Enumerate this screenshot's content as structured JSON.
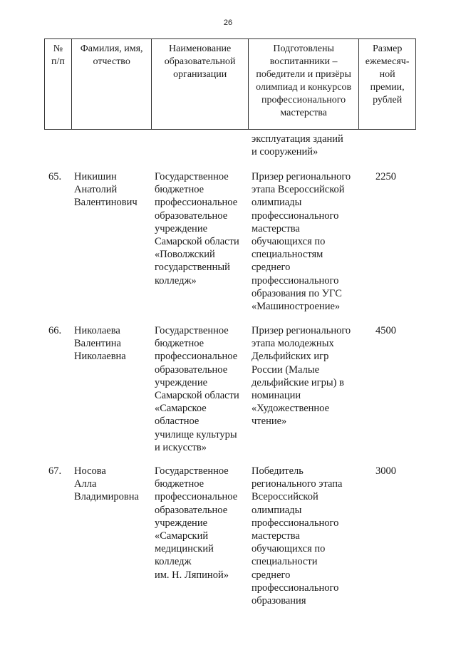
{
  "page_number": "26",
  "header": {
    "col_num": "№\nп/п",
    "col_name": "Фамилия, имя,\nотчество",
    "col_org": "Наименование\nобразовательной\nорганизации",
    "col_achievement": "Подготовлены\nвоспитанники –\nпобедители и призёры\nолимпиад и конкурсов\nпрофессионального\nмастерства",
    "col_amount": "Размер\nежемесяч-\nной\nпремии,\nрублей"
  },
  "continuation_fragment": "эксплуатация зданий\nи сооружений»",
  "rows": [
    {
      "num": "65.",
      "name": "Никишин\nАнатолий\nВалентинович",
      "org": "Государственное\nбюджетное\nпрофессиональное\nобразовательное\nучреждение\nСамарской области\n«Поволжский\nгосударственный\nколледж»",
      "achievement": "Призер регионального\nэтапа Всероссийской\nолимпиады\nпрофессионального\nмастерства\nобучающихся по\nспециальностям\nсреднего\nпрофессионального\nобразования по УГС\n«Машиностроение»",
      "amount": "2250"
    },
    {
      "num": "66.",
      "name": "Николаева\nВалентина\nНиколаевна",
      "org": "Государственное\nбюджетное\nпрофессиональное\nобразовательное\nучреждение\nСамарской области\n«Самарское\nобластное\nучилище культуры\nи искусств»",
      "achievement": "Призер регионального\nэтапа молодежных\nДельфийских игр\nРоссии (Малые\nдельфийские игры) в\nноминации\n«Художественное\nчтение»",
      "amount": "4500"
    },
    {
      "num": "67.",
      "name": "Носова\nАлла\nВладимировна",
      "org": "Государственное\nбюджетное\nпрофессиональное\nобразовательное\nучреждение\n«Самарский\nмедицинский\nколледж\nим. Н. Ляпиной»",
      "achievement": "Победитель\nрегионального этапа\nВсероссийской\nолимпиады\nпрофессионального\nмастерства\nобучающихся по\nспециальности\nсреднего\nпрофессионального\nобразования",
      "amount": "3000"
    }
  ]
}
